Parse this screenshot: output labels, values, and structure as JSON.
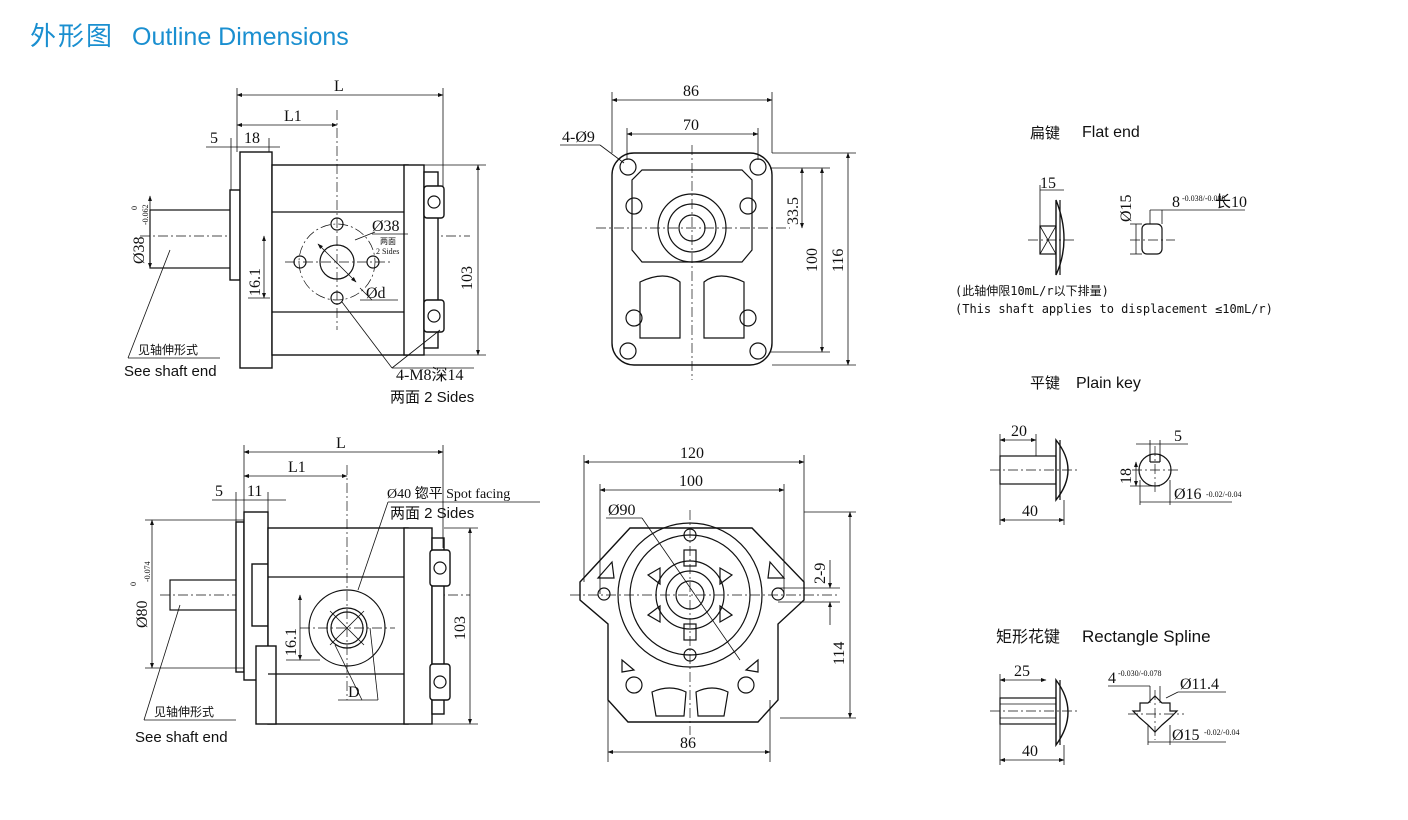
{
  "header": {
    "title_cn": "外形图",
    "title_en": "Outline Dimensions"
  },
  "top_side": {
    "L": "L",
    "L1": "L1",
    "d5": "5",
    "d18": "18",
    "shaft_dia": "Ø38",
    "shaft_tol_up": "0",
    "shaft_tol_low": "-0.062",
    "port_dia": "Ø38",
    "port_note_cn": "两面",
    "port_note_en": "2 Sides",
    "d16_1": "16.1",
    "port_d": "Ød",
    "h103": "103",
    "bolt_label": "4-M8深14",
    "bolt_sides": "两面 2 Sides",
    "see_cn": "见轴伸形式",
    "see_en": "See shaft end"
  },
  "top_front": {
    "w86": "86",
    "w70": "70",
    "holes": "4-Ø9",
    "h33_5": "33.5",
    "h100": "100",
    "h116": "116"
  },
  "bottom_side": {
    "L": "L",
    "L1": "L1",
    "d5": "5",
    "d11": "11",
    "spot": "Ø40 锪平 Spot facing",
    "spot_sides": "两面 2 Sides",
    "shaft_dia": "Ø80",
    "shaft_tol_up": "0",
    "shaft_tol_low": "-0.074",
    "d16_1": "16.1",
    "D": "D",
    "h103": "103",
    "see_cn": "见轴伸形式",
    "see_en": "See shaft end"
  },
  "bottom_front": {
    "w120": "120",
    "w100": "100",
    "dia90": "Ø90",
    "h2_9": "2-9",
    "h114": "114",
    "w86": "86"
  },
  "flat_end": {
    "title_cn": "扁键",
    "title_en": "Flat end",
    "d15": "15",
    "dia15": "Ø15",
    "key": "8",
    "key_tol": "-0.038/-0.088",
    "key_len": "长10",
    "note_cn": "(此轴伸限10mL/r以下排量)",
    "note_en": "(This shaft applies to displacement ≤10mL/r)"
  },
  "plain_key": {
    "title_cn": "平键",
    "title_en": "Plain key",
    "d20": "20",
    "d40": "40",
    "d5": "5",
    "d18": "18",
    "dia16": "Ø16",
    "dia16_tol": "-0.02/-0.04"
  },
  "spline": {
    "title_cn": "矩形花键",
    "title_en": "Rectangle Spline",
    "d25": "25",
    "d40": "40",
    "d4": "4",
    "d4_tol": "-0.030/-0.078",
    "dia11_4": "Ø11.4",
    "dia15": "Ø15",
    "dia15_tol": "-0.02/-0.04"
  }
}
